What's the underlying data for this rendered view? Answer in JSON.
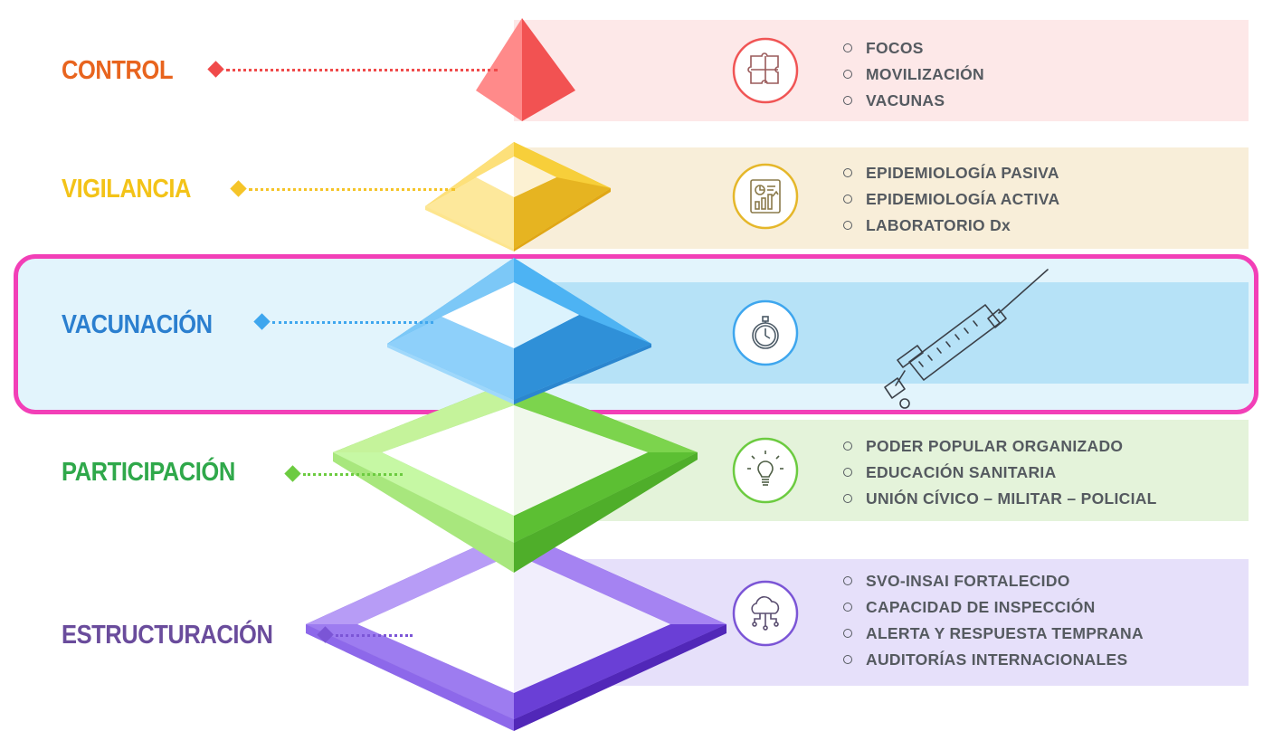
{
  "levels": [
    {
      "key": "control",
      "label": "CONTROL",
      "color": "#e8641e",
      "band_color": "#fde8e8",
      "icon": "puzzle-icon",
      "items": [
        "FOCOS",
        "MOVILIZACIÓN",
        "VACUNAS"
      ]
    },
    {
      "key": "vigilancia",
      "label": "VIGILANCIA",
      "color": "#f3c318",
      "band_color": "#f8eed9",
      "icon": "chart-report-icon",
      "items": [
        "EPIDEMIOLOGÍA PASIVA",
        "EPIDEMIOLOGÍA ACTIVA",
        "LABORATORIO Dx"
      ]
    },
    {
      "key": "vacunacion",
      "label": "VACUNACIÓN",
      "color": "#2b7fcf",
      "band_color": "#c8e9f8",
      "icon": "stopwatch-icon",
      "illustration": "syringe-icon",
      "items": []
    },
    {
      "key": "participacion",
      "label": "PARTICIPACIÓN",
      "color": "#2fa84a",
      "band_color": "#e4f3da",
      "icon": "lightbulb-icon",
      "items": [
        "PODER POPULAR ORGANIZADO",
        "EDUCACIÓN SANITARIA",
        "UNIÓN CÍVICO  – MILITAR – POLICIAL"
      ]
    },
    {
      "key": "estructuracion",
      "label": "ESTRUCTURACIÓN",
      "color": "#6a4c9c",
      "band_color": "#e6e0fa",
      "icon": "cloud-network-icon",
      "items": [
        "SVO-INSAI FORTALECIDO",
        "CAPACIDAD DE INSPECCIÓN",
        "ALERTA  Y RESPUESTA TEMPRANA",
        "AUDITORÍAS INTERNACIONALES"
      ]
    }
  ],
  "highlight": {
    "level": "vacunacion",
    "color": "#f23fb7"
  }
}
